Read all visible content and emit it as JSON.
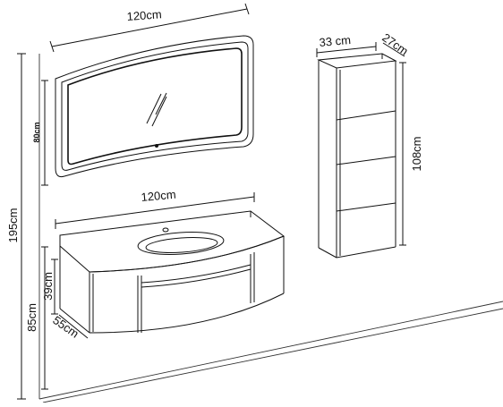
{
  "dimensions": {
    "mirror_width": "120cm",
    "mirror_height": "80cm",
    "cabinet_width": "33 cm",
    "cabinet_depth": "27cm",
    "cabinet_height": "108cm",
    "vanity_width": "120cm",
    "total_height": "195cm",
    "vanity_height": "39cm",
    "floor_to_top": "85cm",
    "vanity_depth": "55cm"
  }
}
